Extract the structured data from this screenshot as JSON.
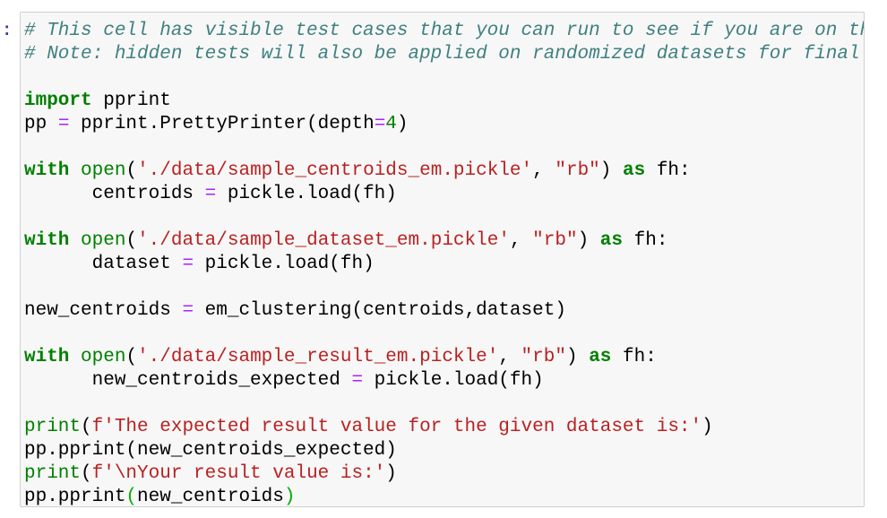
{
  "prompt": {
    "text": ":"
  },
  "colors": {
    "page_bg": "#ffffff",
    "cell_bg": "#f7f7f7",
    "cell_border": "#cfcfcf",
    "prompt": "#303f9f",
    "comment": "#408080",
    "keyword": "#008000",
    "builtin": "#008000",
    "string": "#ba2121",
    "operator": "#aa22ff",
    "number": "#008000",
    "matching_bracket": "#00b000",
    "plain": "#000000"
  },
  "code": {
    "lines": [
      [
        {
          "c": "comment",
          "t": "# This cell has visible test cases that you can run to see if you are on th"
        }
      ],
      [
        {
          "c": "comment",
          "t": "# Note: hidden tests will also be applied on randomized datasets for final "
        }
      ],
      [],
      [
        {
          "c": "keyword",
          "t": "import"
        },
        {
          "c": "plain",
          "t": " pprint"
        }
      ],
      [
        {
          "c": "plain",
          "t": "pp "
        },
        {
          "c": "operator",
          "t": "="
        },
        {
          "c": "plain",
          "t": " pprint.PrettyPrinter(depth"
        },
        {
          "c": "operator",
          "t": "="
        },
        {
          "c": "number",
          "t": "4"
        },
        {
          "c": "plain",
          "t": ")"
        }
      ],
      [],
      [
        {
          "c": "keyword",
          "t": "with"
        },
        {
          "c": "plain",
          "t": " "
        },
        {
          "c": "builtin",
          "t": "open"
        },
        {
          "c": "plain",
          "t": "("
        },
        {
          "c": "string",
          "t": "'./data/sample_centroids_em.pickle'"
        },
        {
          "c": "plain",
          "t": ", "
        },
        {
          "c": "string",
          "t": "\"rb\""
        },
        {
          "c": "plain",
          "t": ") "
        },
        {
          "c": "keyword",
          "t": "as"
        },
        {
          "c": "plain",
          "t": " fh:"
        }
      ],
      [
        {
          "c": "plain",
          "t": "      centroids "
        },
        {
          "c": "operator",
          "t": "="
        },
        {
          "c": "plain",
          "t": " pickle.load(fh)"
        }
      ],
      [],
      [
        {
          "c": "keyword",
          "t": "with"
        },
        {
          "c": "plain",
          "t": " "
        },
        {
          "c": "builtin",
          "t": "open"
        },
        {
          "c": "plain",
          "t": "("
        },
        {
          "c": "string",
          "t": "'./data/sample_dataset_em.pickle'"
        },
        {
          "c": "plain",
          "t": ", "
        },
        {
          "c": "string",
          "t": "\"rb\""
        },
        {
          "c": "plain",
          "t": ") "
        },
        {
          "c": "keyword",
          "t": "as"
        },
        {
          "c": "plain",
          "t": " fh:"
        }
      ],
      [
        {
          "c": "plain",
          "t": "      dataset "
        },
        {
          "c": "operator",
          "t": "="
        },
        {
          "c": "plain",
          "t": " pickle.load(fh)"
        }
      ],
      [],
      [
        {
          "c": "plain",
          "t": "new_centroids "
        },
        {
          "c": "operator",
          "t": "="
        },
        {
          "c": "plain",
          "t": " em_clustering(centroids,dataset)"
        }
      ],
      [],
      [
        {
          "c": "keyword",
          "t": "with"
        },
        {
          "c": "plain",
          "t": " "
        },
        {
          "c": "builtin",
          "t": "open"
        },
        {
          "c": "plain",
          "t": "("
        },
        {
          "c": "string",
          "t": "'./data/sample_result_em.pickle'"
        },
        {
          "c": "plain",
          "t": ", "
        },
        {
          "c": "string",
          "t": "\"rb\""
        },
        {
          "c": "plain",
          "t": ") "
        },
        {
          "c": "keyword",
          "t": "as"
        },
        {
          "c": "plain",
          "t": " fh:"
        }
      ],
      [
        {
          "c": "plain",
          "t": "      new_centroids_expected "
        },
        {
          "c": "operator",
          "t": "="
        },
        {
          "c": "plain",
          "t": " pickle.load(fh)"
        }
      ],
      [],
      [
        {
          "c": "builtin",
          "t": "print"
        },
        {
          "c": "plain",
          "t": "("
        },
        {
          "c": "string",
          "t": "f'The expected result value for the given dataset is:'"
        },
        {
          "c": "plain",
          "t": ")"
        }
      ],
      [
        {
          "c": "plain",
          "t": "pp.pprint(new_centroids_expected)"
        }
      ],
      [
        {
          "c": "builtin",
          "t": "print"
        },
        {
          "c": "plain",
          "t": "("
        },
        {
          "c": "string",
          "t": "f'\\nYour result value is:'"
        },
        {
          "c": "plain",
          "t": ")"
        }
      ],
      [
        {
          "c": "plain",
          "t": "pp.pprint"
        },
        {
          "c": "matching",
          "t": "("
        },
        {
          "c": "plain",
          "t": "new_centroids"
        },
        {
          "c": "matching",
          "t": ")"
        }
      ]
    ]
  }
}
